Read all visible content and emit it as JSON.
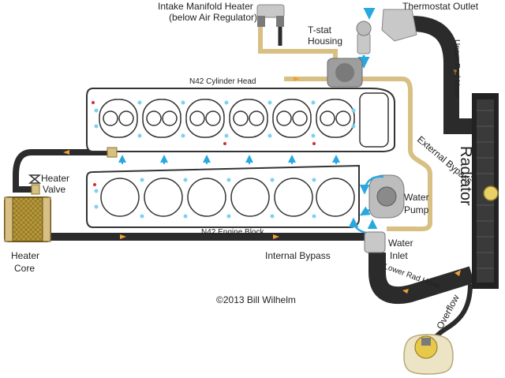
{
  "labels": {
    "intake_manifold_heater": "Intake Manifold Heater",
    "below_air_regulator": "(below Air Regulator)",
    "tstat_housing_line1": "T-stat",
    "tstat_housing_line2": "Housing",
    "thermostat_outlet": "Thermostat Outlet",
    "upper_rad_hose": "Upper Rad Hose",
    "cylinder_head": "N42 Cylinder Head",
    "external_bypass": "External Bypass",
    "radiator": "Radiator",
    "heater_valve_line1": "Heater",
    "heater_valve_line2": "Valve",
    "water_pump_line1": "Water",
    "water_pump_line2": "Pump",
    "engine_block": "N42 Engine Block",
    "water_inlet_line1": "Water",
    "water_inlet_line2": "Inlet",
    "heater_core_line1": "Heater",
    "heater_core_line2": "Core",
    "internal_bypass": "Internal Bypass",
    "lower_rad_hose": "Lower Rad Hose",
    "overflow": "Overflow",
    "copyright": "©2013 Bill Wilhelm"
  },
  "colors": {
    "hose": "#2b2b2b",
    "bypass_hose": "#d8c084",
    "flow_arrow": "#29a8e0",
    "hose_arrow": "#f0a030",
    "radiator": "#222222",
    "heater_core": "#b89a3c",
    "coolant_tank": "#ece4c4",
    "part_gray": "#c8c8c8",
    "gasket_red": "#d03030"
  }
}
